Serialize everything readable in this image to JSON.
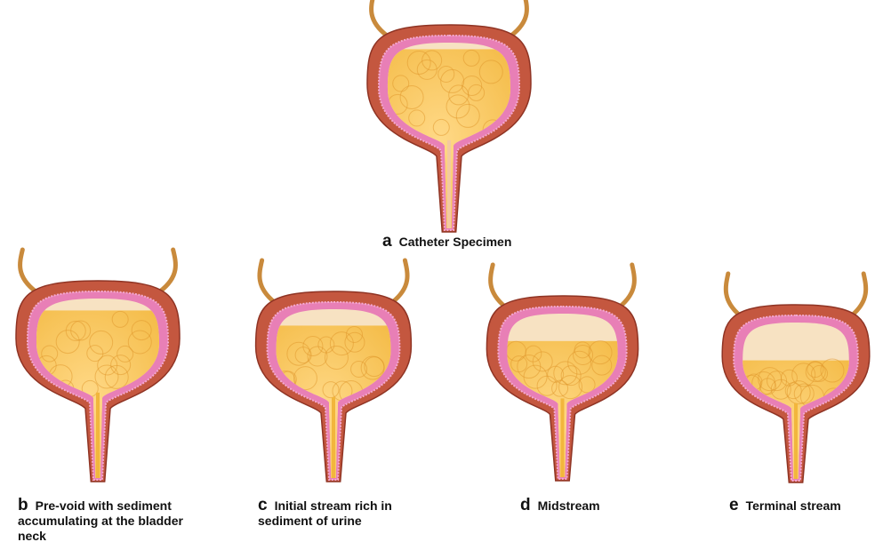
{
  "panels": [
    {
      "id": "a",
      "letter": "a",
      "caption": "Catheter Specimen",
      "fill_level": 0.92,
      "sediment": "catheter"
    },
    {
      "id": "b",
      "letter": "b",
      "caption": "Pre-void with sediment accumulating at the bladder neck",
      "fill_level": 0.85,
      "sediment": "neck"
    },
    {
      "id": "c",
      "letter": "c",
      "caption": "Initial stream rich in sediment of urine",
      "fill_level": 0.78,
      "sediment": "initial"
    },
    {
      "id": "d",
      "letter": "d",
      "caption": "Midstream",
      "fill_level": 0.62,
      "sediment": "mid"
    },
    {
      "id": "e",
      "letter": "e",
      "caption": "Terminal stream",
      "fill_level": 0.45,
      "sediment": "terminal"
    }
  ],
  "colors": {
    "muscle": "#c4573f",
    "muscle_dark": "#8f3424",
    "mucosa": "#e87fb6",
    "mucosa_light": "#f4a9d0",
    "urine": "#f2b63c",
    "urine_light": "#ffd987",
    "ureter": "#c98a3c"
  }
}
